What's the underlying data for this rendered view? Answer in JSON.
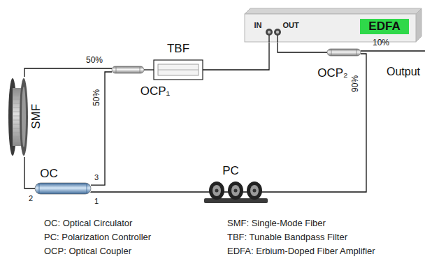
{
  "diagram": {
    "nodes": [
      {
        "text": [
          "OCP₁"
        ]
      },
      {
        "text": [
          "TBF"
        ]
      },
      {
        "text": [
          "IN",
          "OUT",
          "EDFA"
        ]
      },
      {
        "text": [
          "OCP₂"
        ]
      },
      {
        "text": [
          "SMF"
        ]
      },
      {
        "text": [
          "OC"
        ]
      },
      {
        "text": [
          "PC"
        ]
      }
    ],
    "edges": [
      {
        "from": 0,
        "to": 1,
        "arrow": "none"
      },
      {
        "from": 1,
        "to": 2,
        "arrow": "none"
      },
      {
        "from": 2,
        "to": 3,
        "arrow": "none"
      },
      {
        "from": 3,
        "to": 6,
        "arrow": "none"
      },
      {
        "from": 6,
        "to": 5,
        "arrow": "none"
      },
      {
        "from": 5,
        "to": 4,
        "arrow": "none"
      },
      {
        "from": 4,
        "to": 0,
        "arrow": "none"
      },
      {
        "from": 5,
        "to": 0,
        "arrow": "none"
      }
    ],
    "labels": [
      "50%",
      "50%",
      "2",
      "3",
      "1",
      "10%",
      "90%",
      "Output",
      "OC: Optical Circulator",
      "PC: Polarization Controller",
      "OCP: Optical Coupler",
      "SMF: Single-Mode Fiber",
      "TBF: Tunable Bandpass Filter",
      "EDFA: Erbium-Doped Fiber Amplifier"
    ]
  }
}
